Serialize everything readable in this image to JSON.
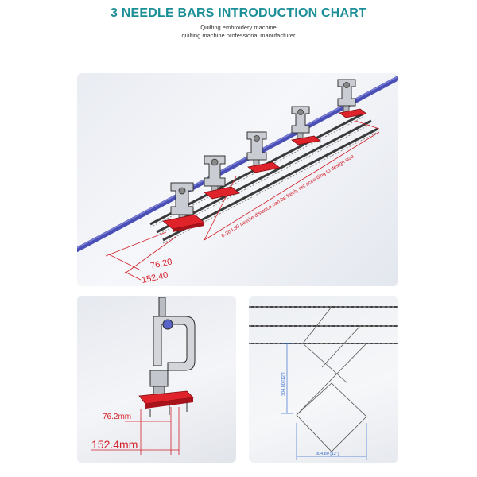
{
  "header": {
    "title": "3 NEEDLE BARS INTRODUCTION CHART",
    "subtitle_1": "Quilting embroidery machine",
    "subtitle_2": "quilting machine professional manufacturer"
  },
  "top_view": {
    "needle_distance_note": "0-304.80 needle distance can be freely set according to design size",
    "dim_small": "76.20",
    "dim_large": "152.40"
  },
  "side_view": {
    "dim_small": "76.2mm",
    "dim_large": "152.4mm"
  },
  "pattern_view": {
    "dim_vertical": "304.80 [12\"]",
    "dim_horizontal": "304.80 [12\"]"
  },
  "colors": {
    "title": "#1b8f97",
    "dimension_red": "#d4202a",
    "dimension_blue": "#3a6fcf",
    "shaft_blue": "#4a4fb5"
  }
}
